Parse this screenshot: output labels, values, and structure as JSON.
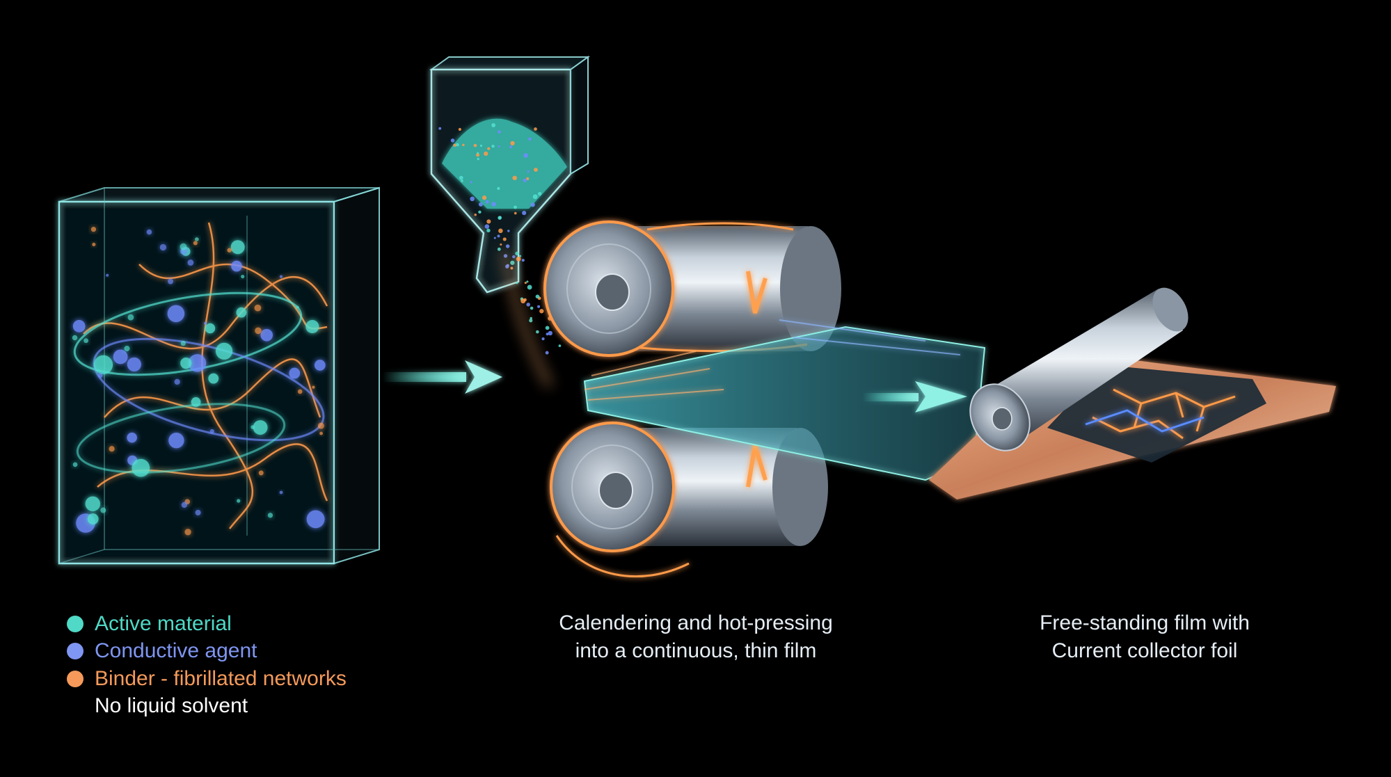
{
  "legend": {
    "items": [
      {
        "label": "Active material",
        "color": "#4fd9c6"
      },
      {
        "label": "Conductive agent",
        "color": "#7f96f2"
      },
      {
        "label": "Binder - fibrillated networks",
        "color": "#f59a5a"
      }
    ],
    "note": "No liquid solvent"
  },
  "captions": {
    "calendering": [
      "Calendering and hot-pressing",
      "into a continuous, thin film"
    ],
    "result": [
      "Free-standing film with",
      "Current collector foil"
    ]
  },
  "colors": {
    "cyan": "#52e0d0",
    "blue": "#6f8cff",
    "orange": "#ff9a4a",
    "steel": "#9aa8b8"
  }
}
